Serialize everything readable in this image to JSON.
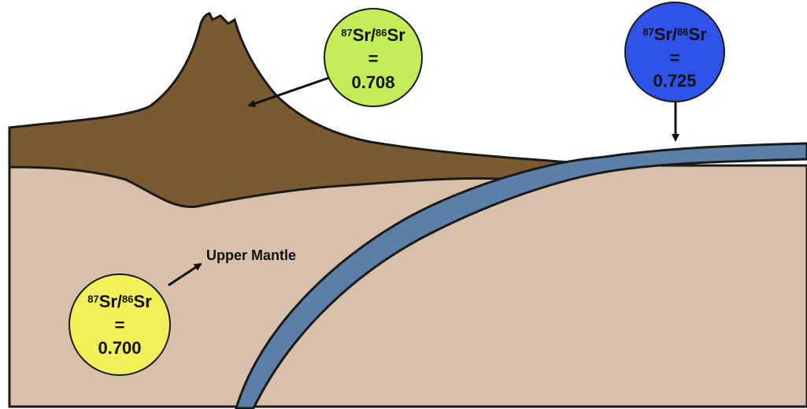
{
  "colors": {
    "mantle": "#d8c0ab",
    "crust": "#7a5a30",
    "slab": "#5b7fa8",
    "outline": "#1a1a1a",
    "bubble_708": "#c2ec58",
    "bubble_725": "#2f52e8",
    "bubble_700": "#f1f05a"
  },
  "labels": {
    "upper_mantle": "Upper Mantle"
  },
  "bubbles": {
    "crust": {
      "isotope_a": "87",
      "element_a": "Sr/",
      "isotope_b": "86",
      "element_b": "Sr",
      "equals": "=",
      "value": "0.708"
    },
    "slab": {
      "isotope_a": "87",
      "element_a": "Sr/",
      "isotope_b": "86",
      "element_b": "Sr",
      "equals": "=",
      "value": "0.725"
    },
    "mantle": {
      "isotope_a": "87",
      "element_a": "Sr/",
      "isotope_b": "86",
      "element_b": "Sr",
      "equals": "=",
      "value": "0.700"
    }
  },
  "icons": {
    "arrow": "arrow-icon"
  }
}
